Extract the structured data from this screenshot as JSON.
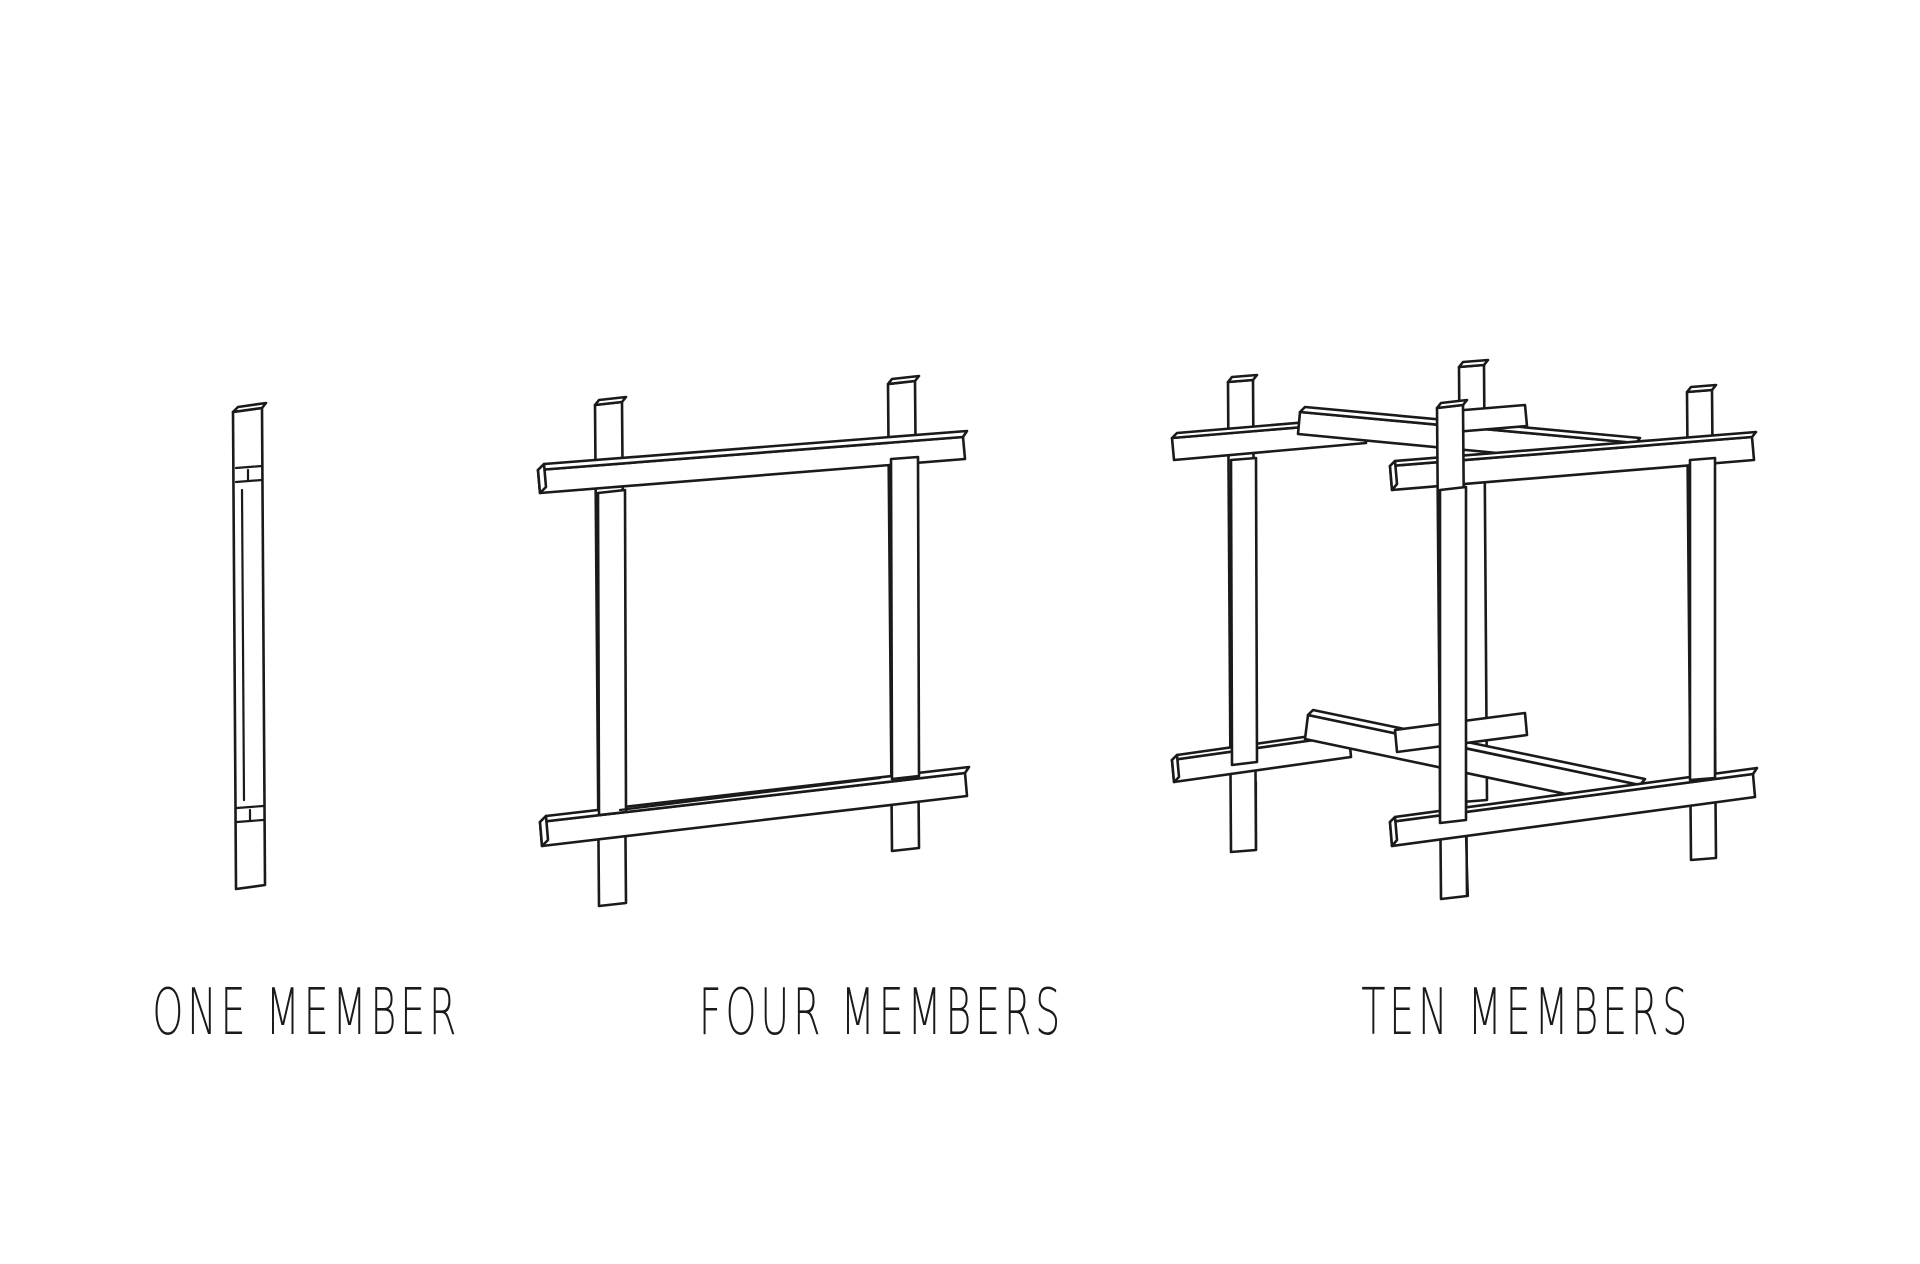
{
  "captions": {
    "one": "ONE MEMBER",
    "four": "FOUR MEMBERS",
    "ten": "TEN MEMBERS"
  },
  "colors": {
    "ink": "#1a1a1a",
    "paper": "#ffffff"
  }
}
